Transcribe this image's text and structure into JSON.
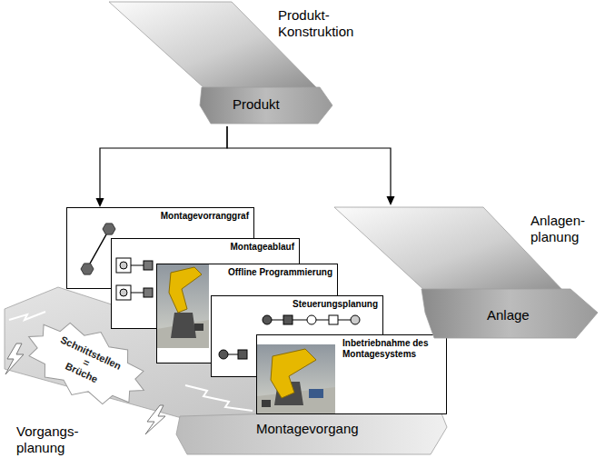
{
  "diagram": {
    "nodes": [
      {
        "text": [
          "Produkt- Konstruktion",
          "Produkt"
        ]
      },
      {
        "text": [
          "Montagevorranggraf"
        ]
      },
      {
        "text": [
          "Montageablauf"
        ]
      },
      {
        "text": [
          "Offline Programmierung"
        ]
      },
      {
        "text": [
          "Steuerungsplanung"
        ]
      },
      {
        "text": [
          "Inbetriebnahme des Montagesystems"
        ]
      },
      {
        "text": [
          "Anlagen- planung",
          "Anlage"
        ]
      },
      {
        "text": [
          "Vorgangs- planung",
          "Montagevorgang"
        ]
      }
    ],
    "edges": [
      {
        "from": 0,
        "to": 1,
        "arrow": "to"
      },
      {
        "from": 0,
        "to": 6,
        "arrow": "to"
      }
    ],
    "labels": [
      "Schnittstellen",
      "=",
      "Brüche"
    ]
  }
}
